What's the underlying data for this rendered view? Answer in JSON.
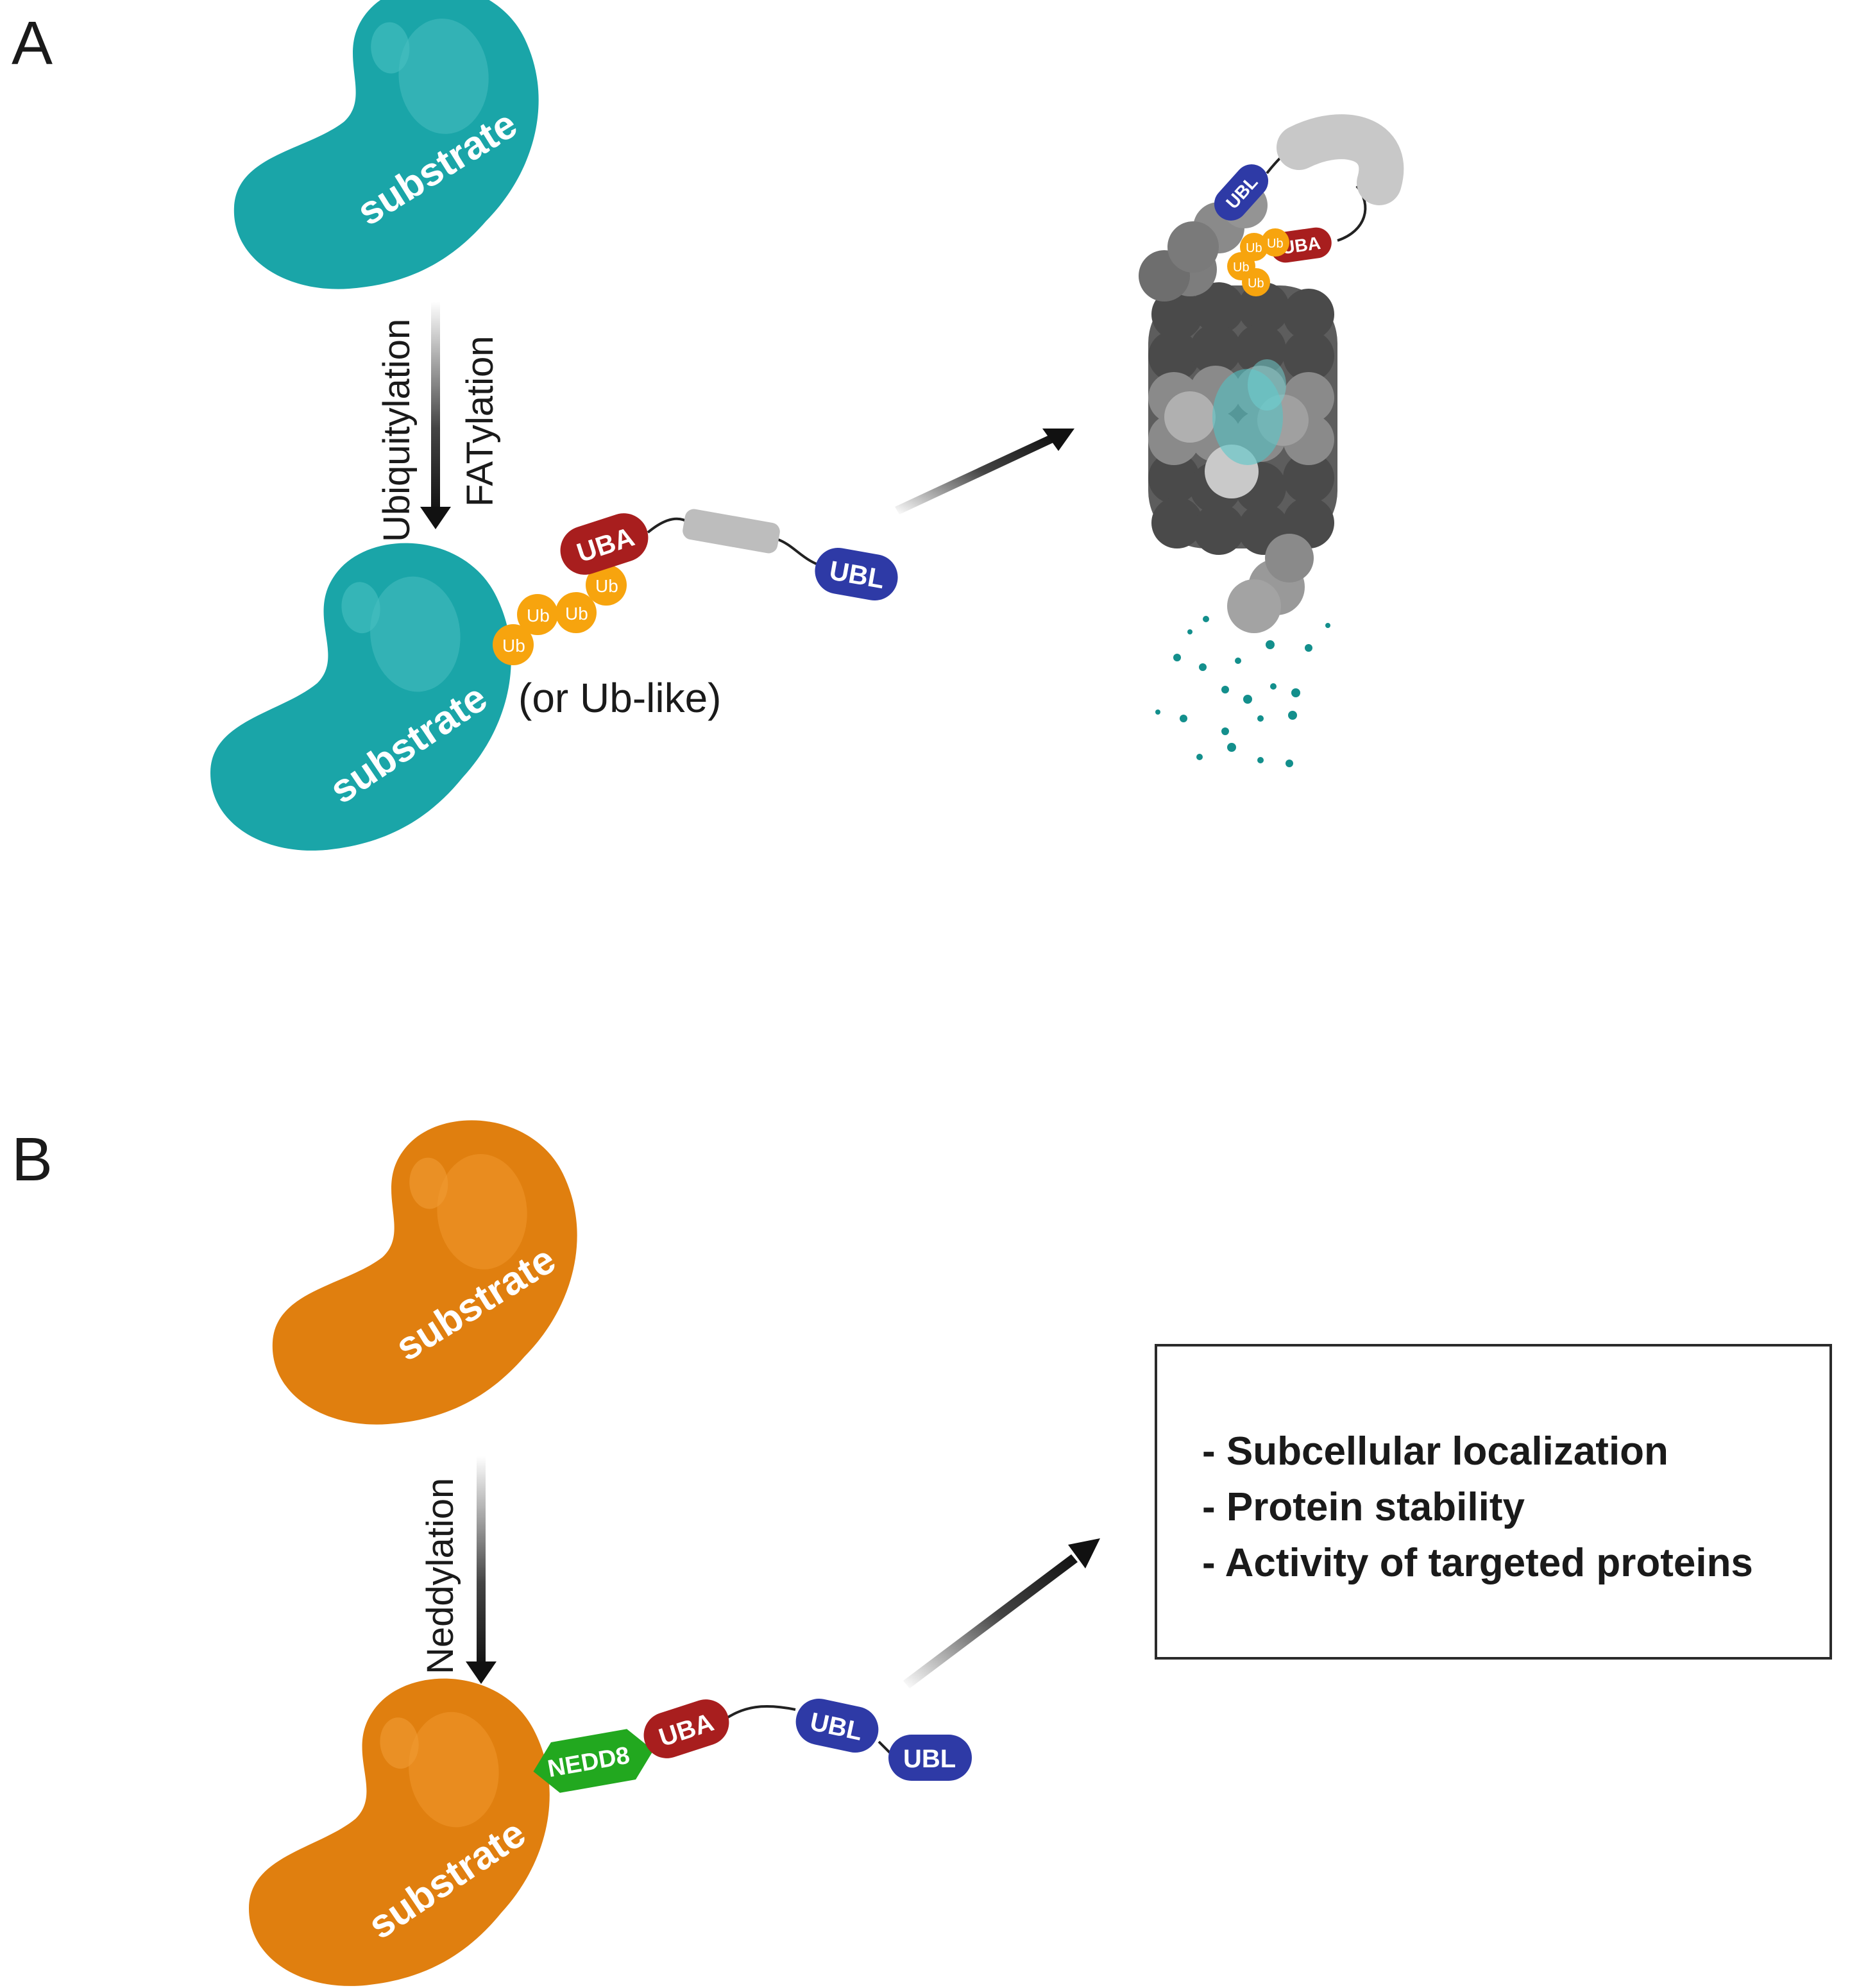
{
  "panel_a": {
    "label": "A",
    "substrate_label": "substrate",
    "step1_label": "Ubiquitylation",
    "step2_label": "FATylation",
    "ub_label": "Ub",
    "alt_label": "(or Ub-like)",
    "uba_label": "UBA",
    "ubl_label": "UBL"
  },
  "panel_b": {
    "label": "B",
    "substrate_label": "substrate",
    "step_label": "Neddylation",
    "nedd8_label": "NEDD8",
    "uba_label": "UBA",
    "ubl_label": "UBL",
    "outcomes": [
      "- Subcellular localization",
      "- Protein stability",
      "- Activity of targeted proteins"
    ]
  },
  "colors": {
    "substrate_a": "#1aa5a8",
    "substrate_b": "#e07f0f",
    "ub": "#f7a40e",
    "uba": "#a81e1e",
    "ubl": "#2e3aa6",
    "nedd8": "#22a81f",
    "linker": "#bdbdbd",
    "proteasome": "#7a7a7a",
    "peptides": "#138f8c"
  }
}
